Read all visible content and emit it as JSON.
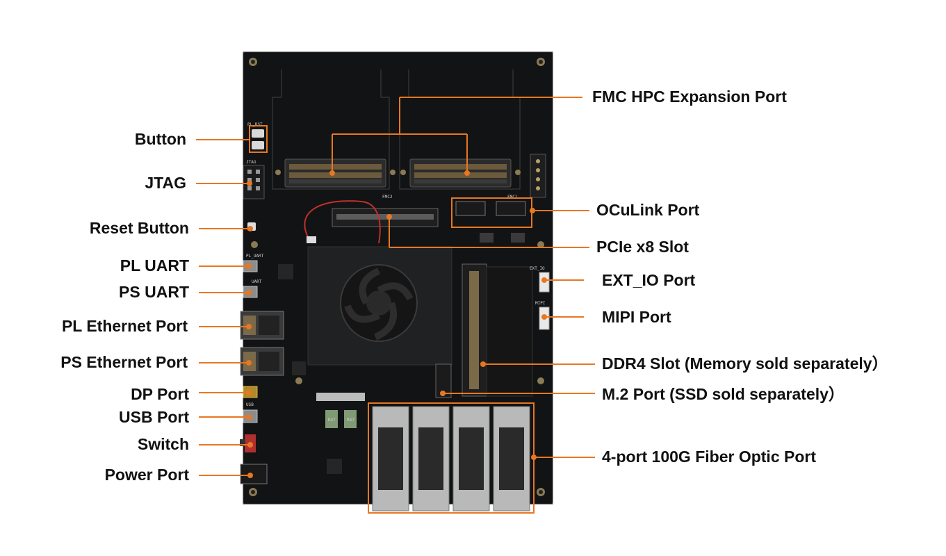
{
  "accent_color": "#e87722",
  "board_color": "#111213",
  "labels": {
    "left": {
      "button": "Button",
      "jtag": "JTAG",
      "reset_button": "Reset Button",
      "pl_uart": "PL UART",
      "ps_uart": "PS UART",
      "pl_ethernet": "PL Ethernet Port",
      "ps_ethernet": "PS Ethernet Port",
      "dp_port": "DP Port",
      "usb_port": "USB Port",
      "switch": "Switch",
      "power_port": "Power Port"
    },
    "right": {
      "fmc_hpc": "FMC HPC Expansion Port",
      "oculink": "OCuLink Port",
      "pcie": "PCIe x8 Slot",
      "ext_io": "EXT_IO Port",
      "mipi": "MIPI Port",
      "ddr4": "DDR4 Slot (Memory sold separately）",
      "m2": "M.2 Port (SSD sold separately）",
      "fiber": "4-port 100G Fiber Optic Port"
    }
  },
  "silkscreen": {
    "fmc1": "FMC1",
    "fmc2": "FMC2",
    "jtag": "JTAG",
    "pl_uart": "PL_UART",
    "ps_uart": "UART",
    "usb": "USB",
    "ext_io": "EXT_IO",
    "mipi": "MIPI",
    "pl_rst": "PL_RST",
    "resistor": "R47"
  }
}
